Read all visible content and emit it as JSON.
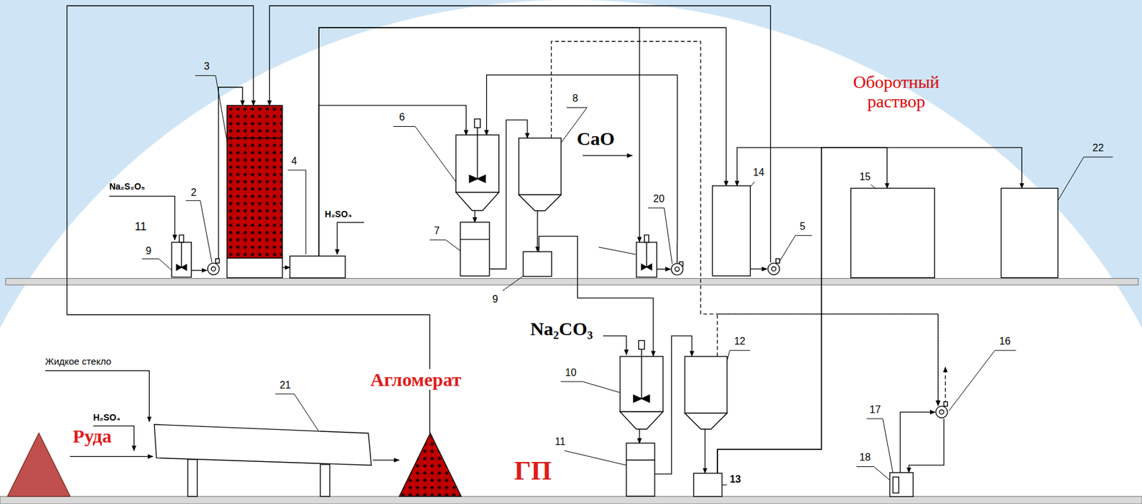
{
  "diagram": {
    "nodes": [
      {
        "text": [
          "9"
        ]
      },
      {
        "text": [
          "2"
        ]
      },
      {
        "text": [
          "3"
        ]
      },
      {
        "text": [
          "4"
        ]
      },
      {
        "text": [
          "6"
        ]
      },
      {
        "text": [
          "7"
        ]
      },
      {
        "text": [
          "8"
        ]
      },
      {
        "text": [
          "9"
        ]
      },
      {
        "text": [
          "20"
        ]
      },
      {
        "text": [
          "14"
        ]
      },
      {
        "text": [
          "5"
        ]
      },
      {
        "text": [
          "15"
        ]
      },
      {
        "text": [
          "22"
        ]
      },
      {
        "text": [
          "Руда"
        ]
      },
      {
        "text": [
          "21"
        ]
      },
      {
        "text": [
          "Агломерат"
        ]
      },
      {
        "text": [
          "10"
        ]
      },
      {
        "text": [
          "11",
          "ГП"
        ]
      },
      {
        "text": [
          "12"
        ]
      },
      {
        "text": [
          "13"
        ]
      },
      {
        "text": [
          "16"
        ]
      },
      {
        "text": [
          "17"
        ]
      },
      {
        "text": [
          "18"
        ],
        "in": 21
      }
    ],
    "edges": [
      {
        "from": 0,
        "to": 1,
        "arrow": "to"
      },
      {
        "from": 1,
        "to": 2,
        "arrow": "to"
      },
      {
        "from": 2,
        "to": 3,
        "arrow": "to"
      },
      {
        "from": 3,
        "to": 4,
        "arrow": "to"
      },
      {
        "from": 3,
        "to": 8,
        "arrow": "to"
      },
      {
        "from": 3,
        "to": 9,
        "arrow": "to"
      },
      {
        "from": 4,
        "to": 5,
        "arrow": "to"
      },
      {
        "from": 5,
        "to": 6,
        "arrow": "to"
      },
      {
        "from": 6,
        "to": 7,
        "arrow": "to"
      },
      {
        "from": 8,
        "to": 4,
        "arrow": "to"
      },
      {
        "from": 9,
        "to": 10,
        "arrow": "to"
      },
      {
        "from": 10,
        "to": 2,
        "arrow": "to"
      },
      {
        "from": 13,
        "to": 14,
        "arrow": "to"
      },
      {
        "from": 14,
        "to": 15,
        "arrow": "to"
      },
      {
        "from": 15,
        "to": 2,
        "arrow": "to"
      },
      {
        "from": 7,
        "to": 16,
        "arrow": "to"
      },
      {
        "from": 16,
        "to": 17,
        "arrow": "to"
      },
      {
        "from": 17,
        "to": 18,
        "arrow": "to"
      },
      {
        "from": 18,
        "to": 19,
        "arrow": "to"
      },
      {
        "from": 19,
        "to": 9,
        "arrow": "to"
      },
      {
        "from": 19,
        "to": 11,
        "arrow": "to"
      },
      {
        "from": 19,
        "to": 12,
        "arrow": "to"
      },
      {
        "from": 6,
        "to": 20,
        "arrow": "to"
      },
      {
        "from": 18,
        "to": 20,
        "arrow": "to"
      },
      {
        "from": 21,
        "to": 20,
        "arrow": "to"
      },
      {
        "from": 20,
        "to": 21,
        "arrow": "to"
      }
    ],
    "labels": [
      "Na₂S₂O₅",
      "11",
      "H₂SO₄",
      "CaO",
      "Оборотный раствор",
      "Na₂CO₃",
      "Жидкое стекло",
      "H₂SO₄"
    ]
  }
}
